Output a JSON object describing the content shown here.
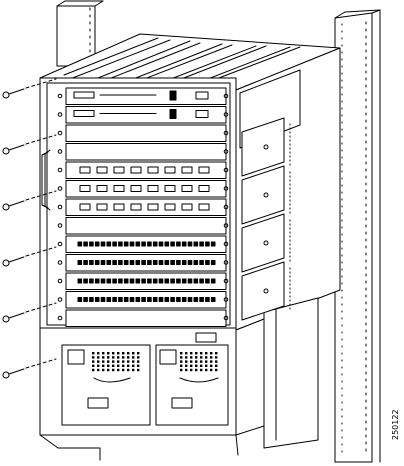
{
  "figure": {
    "figure_number": "250122",
    "slots": {
      "count": 13,
      "kinds": [
        "supervisor",
        "supervisor",
        "blank",
        "blank",
        "fiber",
        "fiber",
        "fiber",
        "blank",
        "copper",
        "copper",
        "copper",
        "copper",
        "blank"
      ]
    },
    "screws": {
      "count": 6
    },
    "power_supplies": {
      "count": 2
    },
    "fan_tray_modules": {
      "count": 4
    }
  }
}
